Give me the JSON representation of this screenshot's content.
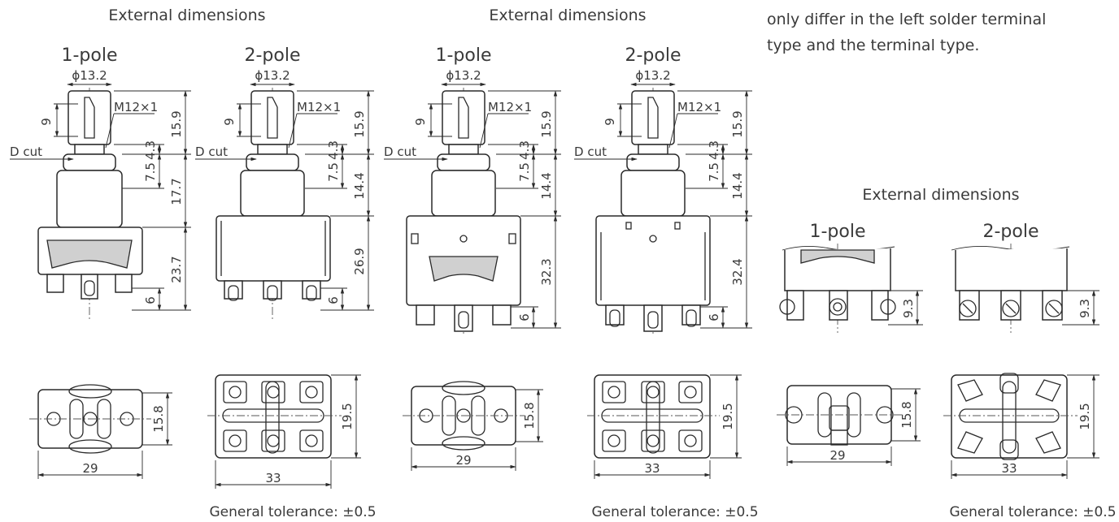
{
  "panels": [
    {
      "heading": "External dimensions",
      "tolerance": "General tolerance: ±0.5",
      "poles": [
        {
          "label": "1-pole",
          "dia": "ϕ13.2",
          "thread": "M12×1",
          "dcut": "D cut",
          "dims": [
            "9",
            "15.9",
            "4.3",
            "7.5",
            "17.7",
            "23.7",
            "6"
          ],
          "width": "29",
          "depth": "15.8"
        },
        {
          "label": "2-pole",
          "dia": "ϕ13.2",
          "thread": "M12×1",
          "dcut": "D cut",
          "dims": [
            "9",
            "15.9",
            "4.3",
            "7.5",
            "14.4",
            "26.9",
            "6"
          ],
          "width": "33",
          "depth": "19.5"
        }
      ]
    },
    {
      "heading": "External dimensions",
      "tolerance": "General tolerance: ±0.5",
      "poles": [
        {
          "label": "1-pole",
          "dia": "ϕ13.2",
          "thread": "M12×1",
          "dcut": "D cut",
          "dims": [
            "9",
            "15.9",
            "4.3",
            "7.5",
            "14.4",
            "32.3",
            "6"
          ],
          "width": "29",
          "depth": "15.8"
        },
        {
          "label": "2-pole",
          "dia": "ϕ13.2",
          "thread": "M12×1",
          "dcut": "D cut",
          "dims": [
            "9",
            "15.9",
            "4.3",
            "7.5",
            "14.4",
            "32.4",
            "6"
          ],
          "width": "33",
          "depth": "19.5"
        }
      ]
    },
    {
      "note_lines": [
        "only differ in the left solder terminal",
        "type and the terminal type."
      ],
      "heading": "External dimensions",
      "tolerance": "General tolerance: ±0.5",
      "poles": [
        {
          "label": "1-pole",
          "height": "9.3",
          "width": "29",
          "depth": "15.8"
        },
        {
          "label": "2-pole",
          "height": "9.3",
          "width": "33",
          "depth": "19.5"
        }
      ]
    }
  ]
}
